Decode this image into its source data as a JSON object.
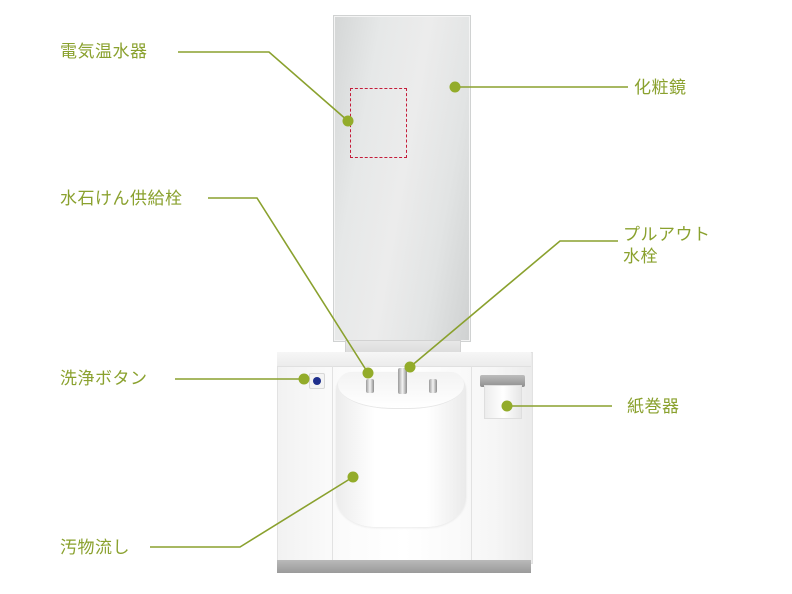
{
  "diagram": {
    "type": "product-parts-callout",
    "accent_color": "#8aa12e",
    "heater_outline_color": "#c41c3a",
    "labels": [
      {
        "id": "water-heater",
        "text": "電気温水器"
      },
      {
        "id": "vanity-mirror",
        "text": "化粧鏡"
      },
      {
        "id": "soap-dispenser",
        "text": "水石けん供給栓"
      },
      {
        "id": "pullout-faucet",
        "text": "プルアウト\n水栓"
      },
      {
        "id": "flush-button",
        "text": "洗浄ボタン"
      },
      {
        "id": "paper-holder",
        "text": "紙巻器"
      },
      {
        "id": "slop-sink",
        "text": "汚物流し"
      }
    ]
  }
}
